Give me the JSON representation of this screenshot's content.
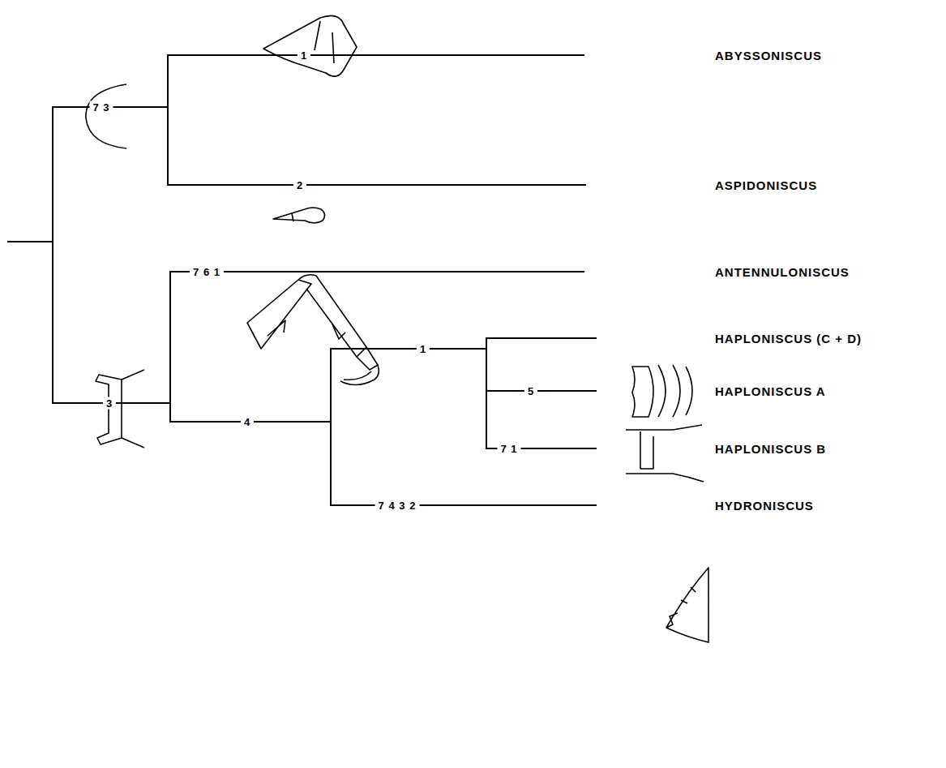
{
  "diagram": {
    "labels": [
      "7 3",
      "1",
      "2",
      "7 6 1",
      "3",
      "4",
      "1",
      "5",
      "7 1",
      "7 4 3 2",
      "ABYSSONISCUS",
      "ASPIDONISCUS",
      "ANTENNULONISCUS",
      "HAPLONISCUS (C + D)",
      "HAPLONISCUS A",
      "HAPLONISCUS B",
      "HYDRONISCUS"
    ]
  }
}
